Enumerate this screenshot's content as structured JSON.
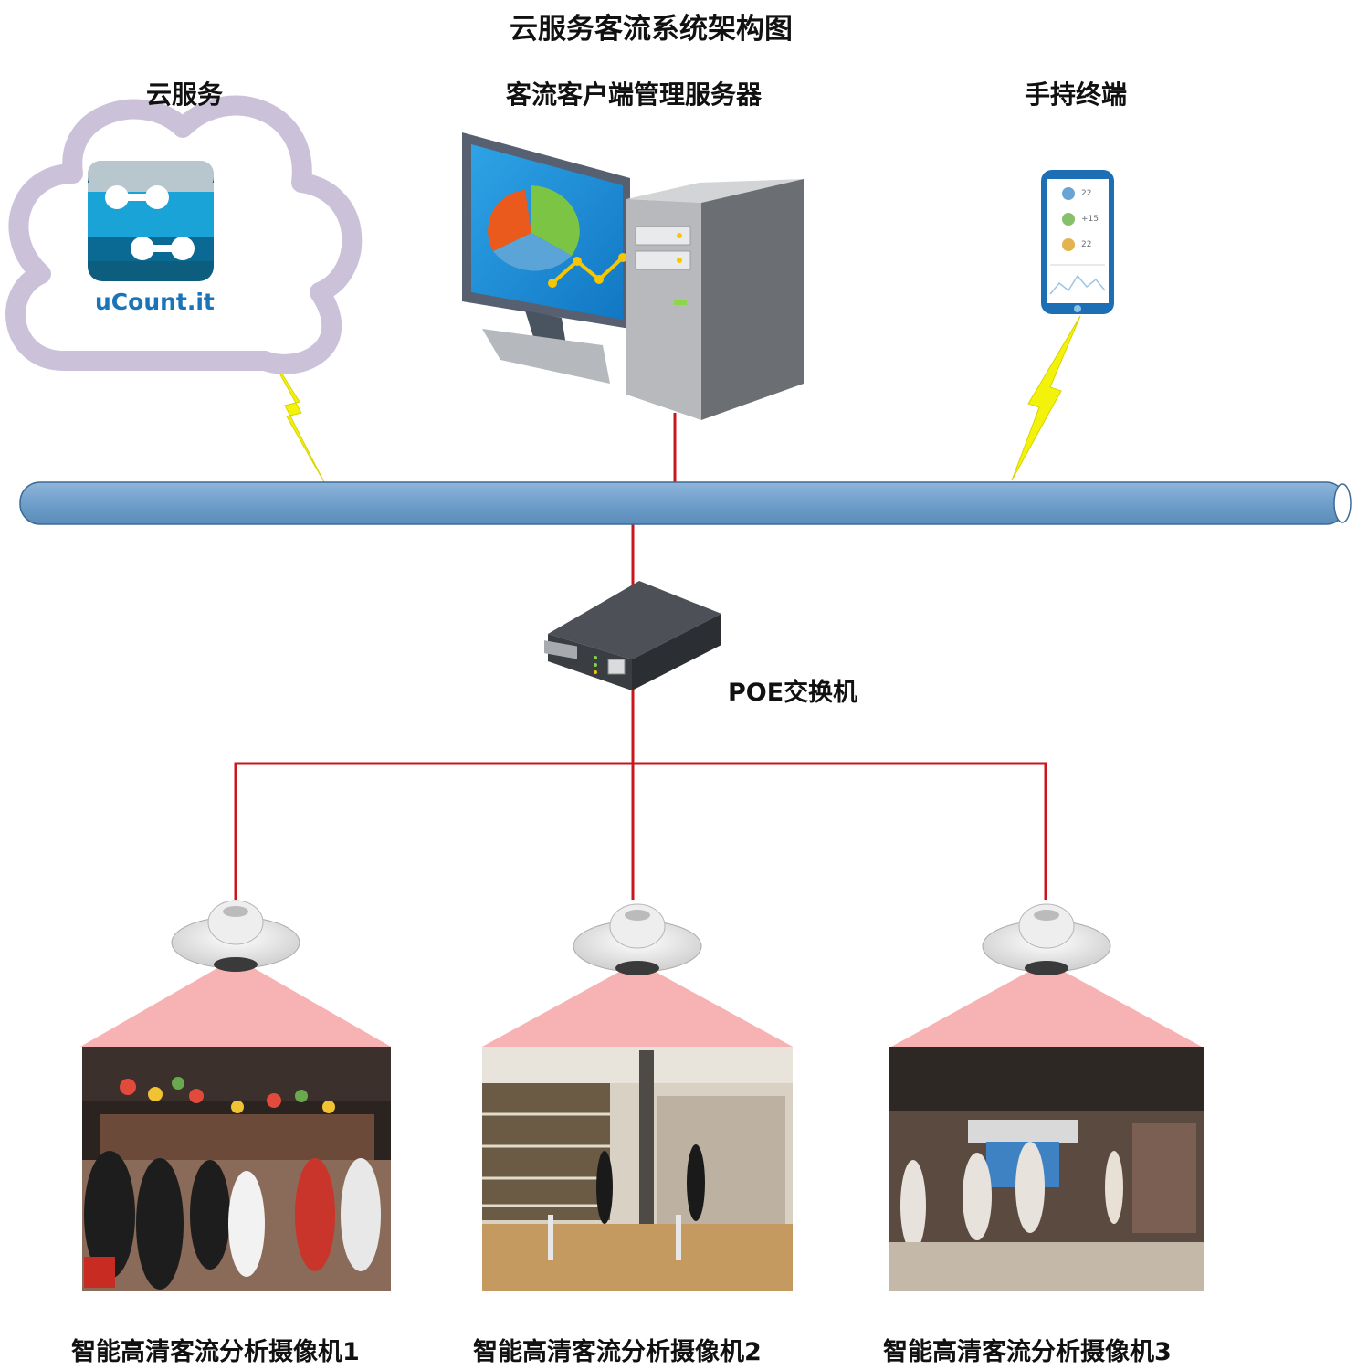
{
  "title": "云服务客流系统架构图",
  "nodes": {
    "cloud": {
      "label": "云服务",
      "brand": "uCount.it"
    },
    "server": {
      "label": "客流客户端管理服务器"
    },
    "handheld": {
      "label": "手持终端",
      "readings": [
        "22",
        "+15",
        "22"
      ]
    },
    "switch": {
      "label": "POE交换机"
    }
  },
  "cameras": [
    {
      "label": "智能高清客流分析摄像机1"
    },
    {
      "label": "智能高清客流分析摄像机2"
    },
    {
      "label": "智能高清客流分析摄像机3"
    }
  ],
  "colors": {
    "wire": "#c8161d",
    "bus": "#6f9fcb",
    "bolt": "#f3f20a",
    "cloud_outline": "#c9c0d8",
    "camera_cone": "#f7b3b3",
    "brand_text": "#1a74b8"
  }
}
